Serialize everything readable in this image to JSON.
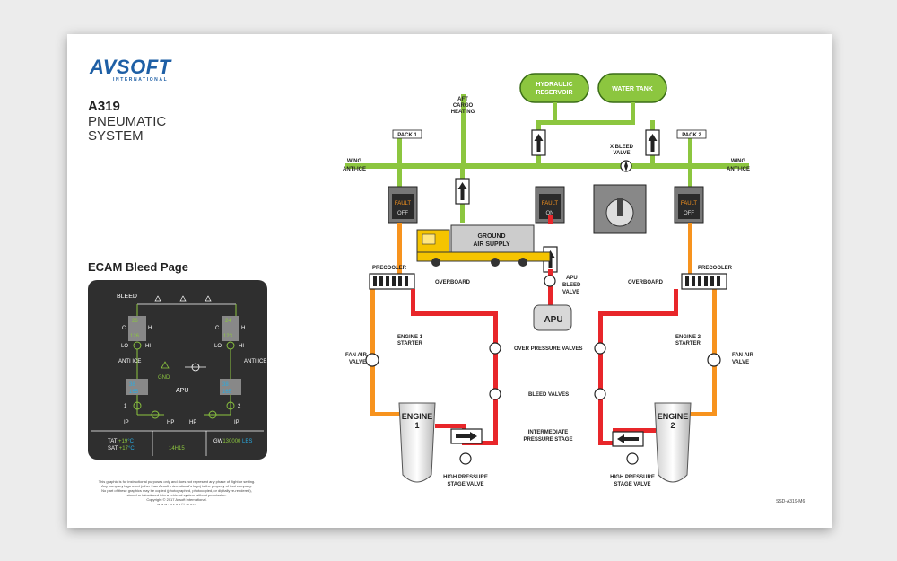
{
  "brand": {
    "name": "AVSOFT",
    "tagline": "INTERNATIONAL"
  },
  "title": {
    "model": "A319",
    "system_line1": "PNEUMATIC",
    "system_line2": "SYSTEM"
  },
  "ecam": {
    "heading": "ECAM Bleed Page",
    "bleed_label": "BLEED",
    "left": {
      "temp_top": "26",
      "c": "C",
      "h": "H",
      "temp_bot": "126",
      "lo": "LO",
      "hi": "HI",
      "anti_ice": "ANTI\nICE",
      "psi": "38",
      "temp": "165",
      "num": "1",
      "ip": "IP",
      "hp": "HP"
    },
    "right": {
      "temp_top": "24",
      "c": "C",
      "h": "H",
      "temp_bot": "123",
      "lo": "LO",
      "hi": "HI",
      "anti_ice": "ANTI\nICE",
      "psi": "38",
      "temp": "165",
      "num": "2",
      "ip": "IP",
      "hp": "HP"
    },
    "gnd": "GND",
    "apu": "APU",
    "tat_label": "TAT",
    "tat_value": "+19",
    "sat_label": "SAT",
    "sat_value": "+17",
    "temp_unit": "°C",
    "time": "14H15",
    "gw_label": "GW",
    "gw_value": "130000",
    "gw_unit": "LBS"
  },
  "diagram": {
    "hydraulic_reservoir": [
      "HYDRAULIC",
      "RESERVOIR"
    ],
    "water_tank": "WATER TANK",
    "aft_cargo": [
      "AFT",
      "CARGO",
      "HEATING"
    ],
    "pack1": "PACK 1",
    "pack2": "PACK 2",
    "x_bleed": [
      "X BLEED",
      "VALVE"
    ],
    "wing_anti_ice": [
      "WING",
      "ANTI-ICE"
    ],
    "fault": "FAULT",
    "off": "OFF",
    "on": "ON",
    "ground_air": [
      "GROUND",
      "AIR SUPPLY"
    ],
    "precooler": "PRECOOLER",
    "overboard": "OVERBOARD",
    "apu_bleed": [
      "APU",
      "BLEED",
      "VALVE"
    ],
    "apu": "APU",
    "engine1_starter": [
      "ENGINE 1",
      "STARTER"
    ],
    "engine2_starter": [
      "ENGINE 2",
      "STARTER"
    ],
    "over_pressure": "OVER PRESSURE VALVES",
    "fan_air": [
      "FAN AIR",
      "VALVE"
    ],
    "bleed_valves": "BLEED VALVES",
    "intermediate": [
      "INTERMEDIATE",
      "PRESSURE STAGE"
    ],
    "engine": "ENGINE",
    "engine1_num": "1",
    "engine2_num": "2",
    "hp_stage": [
      "HIGH PRESSURE",
      "STAGE VALVE"
    ]
  },
  "disclaimer": [
    "This graphic is for instructional purposes only and does not represent any phase of flight or setting.",
    "Any company logo used (other than Avsoft International's logo) is the property of that company.",
    "No part of these graphics may be copied (photographed, photocopied, or digitally re-rendered),",
    "stored or introduced into a retrieval system without permission.",
    "Copyright © 2017 Avsoft International.",
    "w w w . a v s o f t . c o m"
  ],
  "doc_ref": "SSD-A319-M6",
  "colors": {
    "green": "#8cc63f",
    "red": "#e8262a",
    "orange": "#f7931e",
    "brand_blue": "#1e5fa5",
    "ecam_bg": "#2f2f2f",
    "cyan": "#29abe2"
  }
}
